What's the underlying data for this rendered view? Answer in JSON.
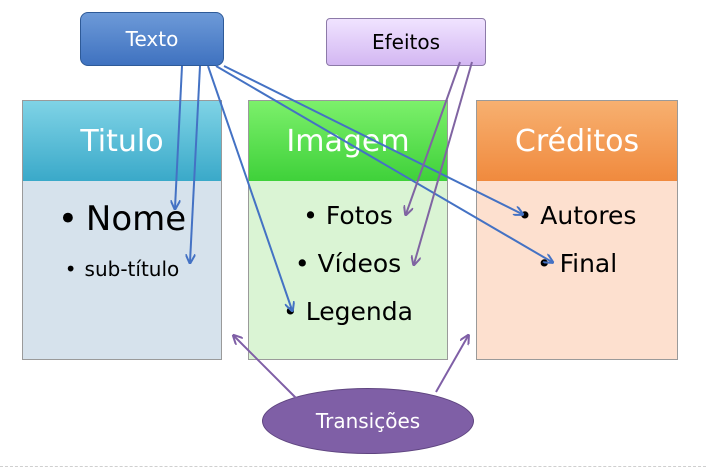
{
  "columns": [
    {
      "title": "Titulo",
      "items": [
        {
          "bullet": "•",
          "text": "Nome"
        },
        {
          "bullet": "•",
          "text": "sub-título"
        }
      ]
    },
    {
      "title": "Imagem",
      "items": [
        {
          "bullet": "•",
          "text": "Fotos"
        },
        {
          "bullet": "•",
          "text": "Vídeos"
        },
        {
          "bullet": "•",
          "text": "Legenda"
        }
      ]
    },
    {
      "title": "Créditos",
      "items": [
        {
          "bullet": "•",
          "text": "Autores"
        },
        {
          "bullet": "•",
          "text": "Final"
        }
      ]
    }
  ],
  "labels": {
    "texto": "Texto",
    "efeitos": "Efeitos",
    "transicoes": "Transições"
  },
  "colors": {
    "titulo_header": "#3aa9c9",
    "imagem_header": "#3fd13a",
    "creditos_header": "#f08a3e",
    "texto_label": "#3f72c0",
    "efeitos_label": "#d3b7f2",
    "transicoes_label": "#7f5fa6",
    "texto_arrows": "#4472c4",
    "efeitos_arrows": "#8064a2",
    "transicoes_arrows": "#7f5fa6"
  }
}
